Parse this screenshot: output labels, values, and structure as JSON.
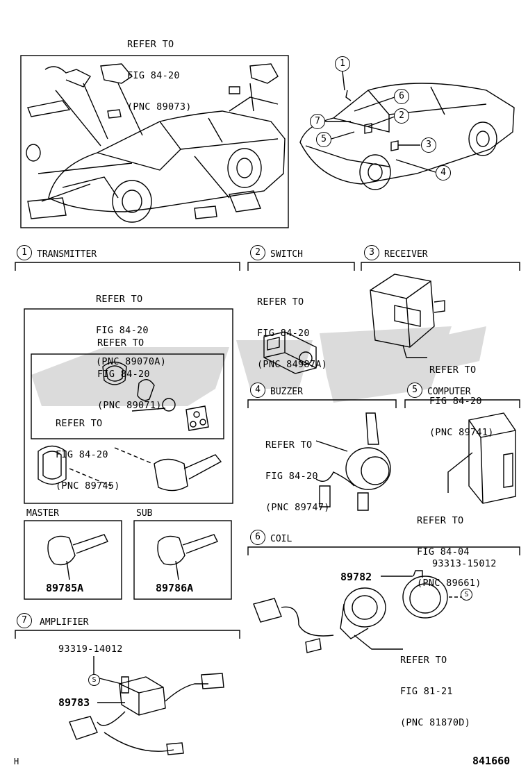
{
  "top_refer": {
    "l1": "REFER TO",
    "l2": "FIG 84-20",
    "l3": "(PNC 89073)"
  },
  "callouts_car": [
    "1",
    "6",
    "2",
    "7",
    "5",
    "3",
    "4"
  ],
  "sections": {
    "transmitter": {
      "num": "1",
      "label": "TRANSMITTER"
    },
    "switch": {
      "num": "2",
      "label": "SWITCH"
    },
    "receiver": {
      "num": "3",
      "label": "RECEIVER"
    },
    "buzzer": {
      "num": "4",
      "label": "BUZZER"
    },
    "computer": {
      "num": "5",
      "label": "COMPUTER"
    },
    "coil": {
      "num": "6",
      "label": "COIL"
    },
    "amplifier": {
      "num": "7",
      "label": "AMPLIFIER"
    }
  },
  "transmitter_refs": {
    "a": {
      "l1": "REFER TO",
      "l2": "FIG 84-20",
      "l3": "(PNC 89070A)"
    },
    "b": {
      "l1": "REFER TO",
      "l2": "FIG 84-20",
      "l3": "(PNC 89071)"
    },
    "c": {
      "l1": "REFER TO",
      "l2": "FIG 84-20",
      "l3": "(PNC 89745)"
    }
  },
  "switch_ref": {
    "l1": "REFER TO",
    "l2": "FIG 84-20",
    "l3": "(PNC 84987A)"
  },
  "receiver_ref": {
    "l1": "REFER TO",
    "l2": "FIG 84-20",
    "l3": "(PNC 89741)"
  },
  "buzzer_ref": {
    "l1": "REFER TO",
    "l2": "FIG 84-20",
    "l3": "(PNC 89747)"
  },
  "computer_ref": {
    "l1": "REFER TO",
    "l2": "FIG 84-04",
    "l3": "(PNC 89661)"
  },
  "coil_ref": {
    "l1": "REFER TO",
    "l2": "FIG 81-21",
    "l3": "(PNC 81870D)"
  },
  "keys": {
    "master": {
      "label": "MASTER",
      "part": "89785A"
    },
    "sub": {
      "label": "SUB",
      "part": "89786A"
    }
  },
  "coil_parts": {
    "p1": "89782",
    "p2": "93313-15012",
    "s": "S"
  },
  "amp_parts": {
    "p1": "93319-14012",
    "p2": "89783",
    "s": "S"
  },
  "footer": {
    "left": "H",
    "right": "841660"
  }
}
